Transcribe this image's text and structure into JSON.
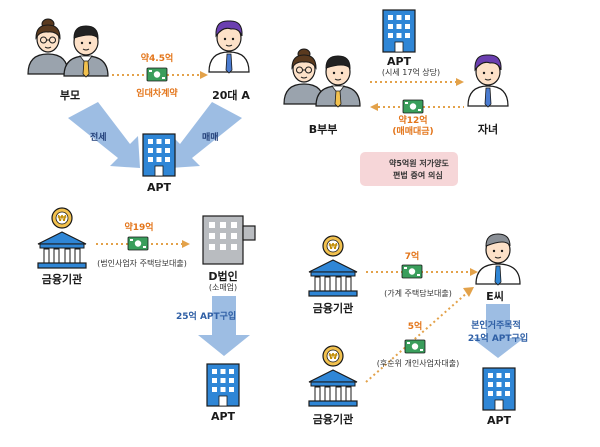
{
  "panel1": {
    "parents_label": "부모",
    "buyer_label": "20대 A",
    "amount": "약4.5억",
    "contract": "임대차계약",
    "left_arrow": "전세",
    "right_arrow": "매매",
    "apt_label": "APT"
  },
  "panel2": {
    "apt_label": "APT",
    "price_note": "(시세 17억 상당)",
    "couple_label": "B부부",
    "child_label": "자녀",
    "amount": "약12억",
    "trade": "(매매대금)",
    "warning_line1": "약5억원 저가양도",
    "warning_line2": "편법 증여 의심"
  },
  "panel3": {
    "bank_label": "금융기관",
    "amount": "약19억",
    "loan": "(법인사업자 주택담보대출)",
    "company_label": "D법인",
    "company_sub": "(소매업)",
    "buy_note": "25억 APT구입",
    "apt_label": "APT"
  },
  "panel4": {
    "bank1_label": "금융기관",
    "bank2_label": "금융기관",
    "amount1": "7억",
    "loan1": "(가계 주택담보대출)",
    "amount2": "5억",
    "loan2": "(후순위 개인사업자대출)",
    "person_label": "E씨",
    "buy_note_line1": "본인거주목적",
    "buy_note_line2": "21억 APT구입",
    "apt_label": "APT"
  },
  "colors": {
    "building_blue": "#2f86d6",
    "arrow_blue": "#9dbde3",
    "money_green": "#3a9e5c",
    "accent_orange": "#e3751a",
    "warning_bg": "#f6d6d8"
  }
}
